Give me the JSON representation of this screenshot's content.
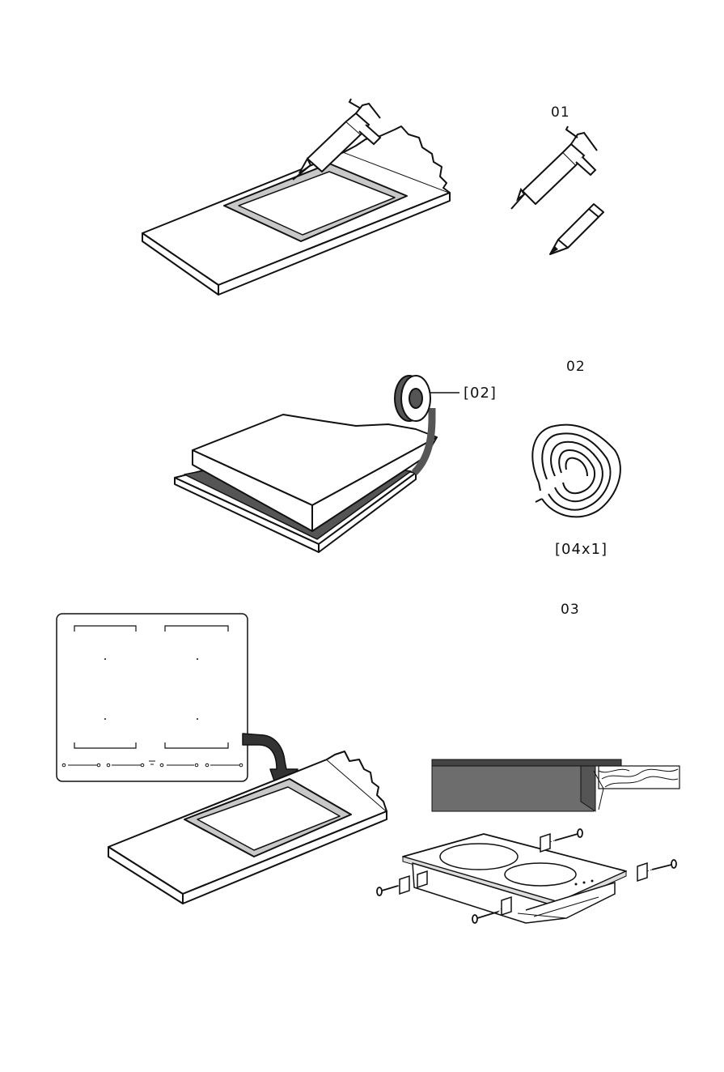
{
  "steps": [
    {
      "number": "01"
    },
    {
      "number": "02",
      "callout": "[02]",
      "quantity": "[04x1]"
    },
    {
      "number": "03"
    }
  ],
  "colors": {
    "line": "#111111",
    "sealant_strip": "#c8c8c8",
    "tape": "#555555",
    "panel": "#6d6d6d",
    "panel_top": "#444444"
  },
  "icons": [
    "sealant-gun-icon",
    "pencil-icon",
    "tape-roll-icon",
    "sealing-strip-coil-icon",
    "down-arrow-icon",
    "screw-icon",
    "bracket-icon"
  ]
}
